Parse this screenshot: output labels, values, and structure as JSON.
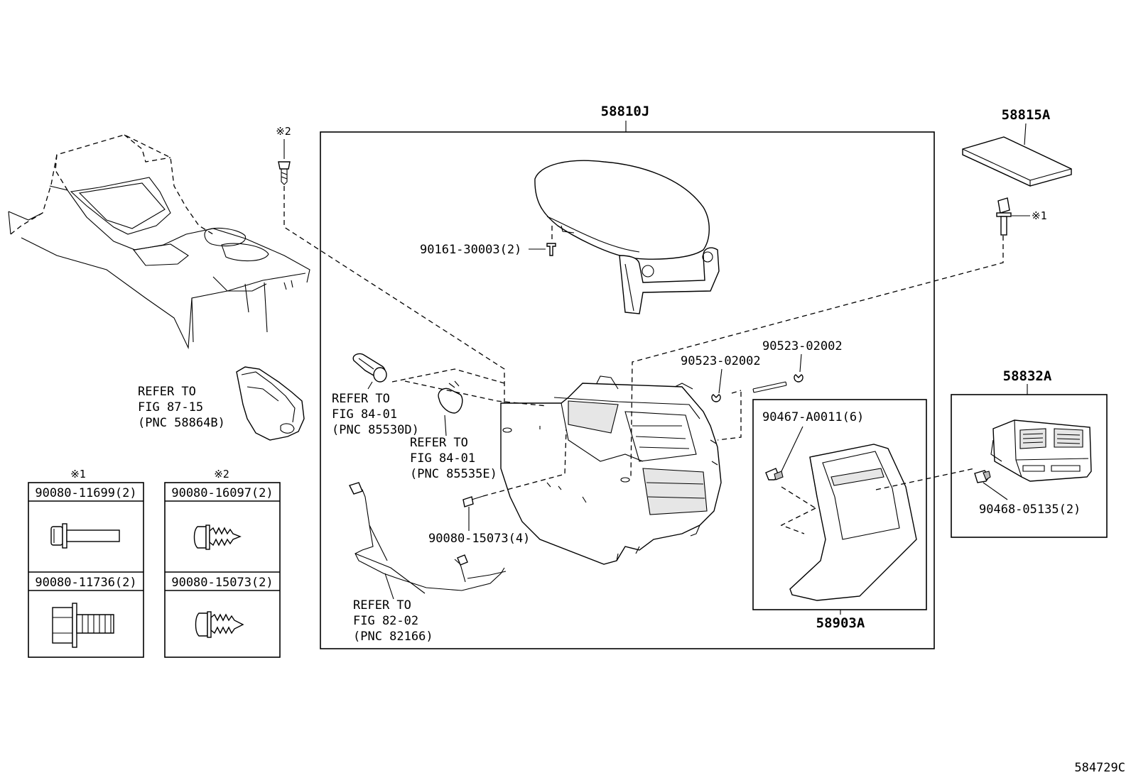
{
  "labels": {
    "console_box": "58810J",
    "mat": "58815A",
    "bolt_ref1": "※1",
    "screw_ref2": "※2",
    "screw_90161": "90161-30003(2)",
    "clip_90523_a": "90523-02002",
    "clip_90523_b": "90523-02002",
    "refer_87_l1": "REFER TO",
    "refer_87_l2": "FIG 87-15",
    "refer_87_l3": "(PNC 58864B)",
    "refer_84a_l1": "REFER TO",
    "refer_84a_l2": "FIG 84-01",
    "refer_84a_l3": "(PNC 85530D)",
    "refer_84b_l1": "REFER TO",
    "refer_84b_l2": "FIG 84-01",
    "refer_84b_l3": "(PNC 85535E)",
    "screw_90080_15073": "90080-15073(4)",
    "refer_82_l1": "REFER TO",
    "refer_82_l2": "FIG 82-02",
    "refer_82_l3": "(PNC 82166)",
    "clip_90467": "90467-A0011(6)",
    "rear_panel": "58903A",
    "register": "58832A",
    "clip_90468": "90468-05135(2)",
    "figure_code": "584729C"
  },
  "legend": {
    "group1_mark": "※1",
    "group2_mark": "※2",
    "group1_parts": [
      "90080-11699(2)",
      "90080-11736(2)"
    ],
    "group2_parts": [
      "90080-16097(2)",
      "90080-15073(2)"
    ]
  }
}
